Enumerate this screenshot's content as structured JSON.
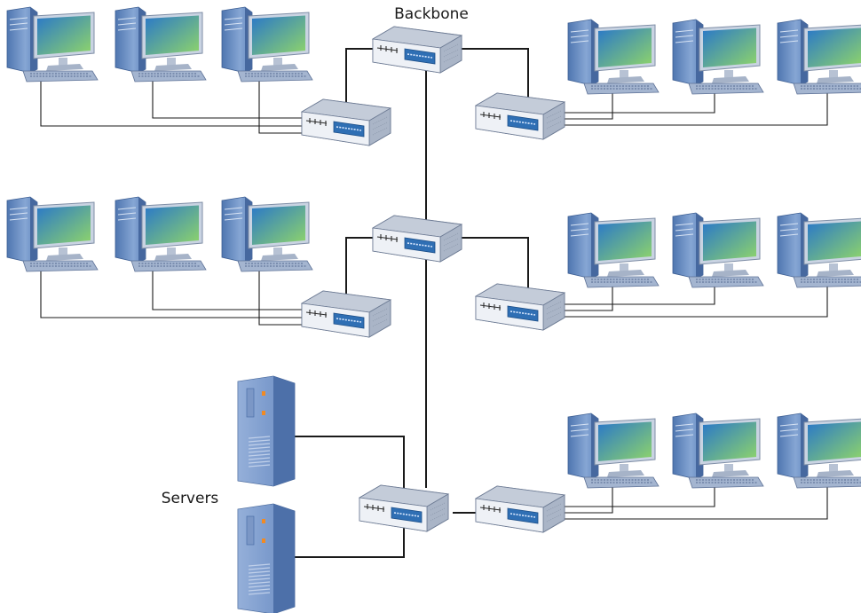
{
  "labels": {
    "backbone": "Backbone",
    "servers": "Servers"
  },
  "colors": {
    "cable": "#1a1a1a",
    "switch_body": "#dfe4ee",
    "switch_port_panel": "#2f6fb4",
    "tower": "#5f85bd",
    "screen_gradient_start": "#2a78c8",
    "screen_gradient_end": "#8fd56a",
    "server_led": "#f08a24"
  },
  "nodes": {
    "switches": [
      "backbone",
      "core-mid",
      "core-bottom",
      "access-top-left",
      "access-top-right",
      "access-mid-left",
      "access-mid-right",
      "access-bottom-right"
    ],
    "workstation_groups": [
      "top-left",
      "top-right",
      "mid-left",
      "mid-right",
      "bottom-right"
    ],
    "servers": 2
  }
}
